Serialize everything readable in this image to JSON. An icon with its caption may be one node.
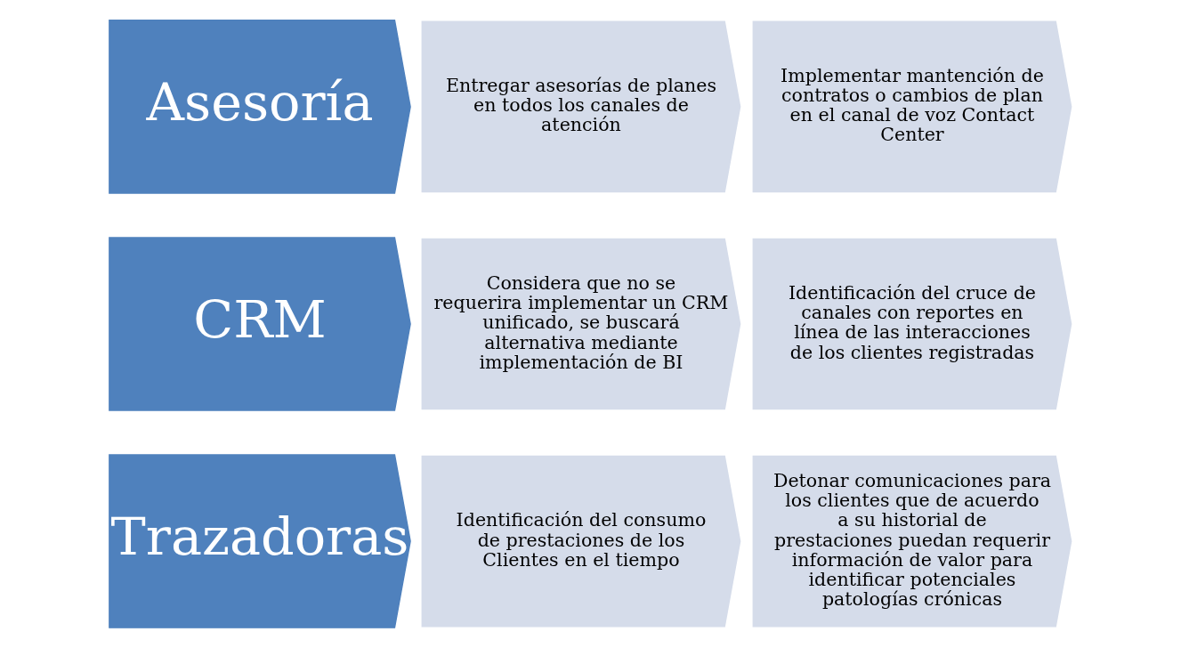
{
  "diagram": {
    "nodes": [
      {
        "text": [
          "Asesoría"
        ]
      },
      {
        "text": [
          "Entregar asesorías de planes en todos los canales de atención"
        ]
      },
      {
        "text": [
          "Implementar mantención de contratos o cambios de plan en el canal de voz Contact Center"
        ]
      },
      {
        "text": [
          "CRM"
        ]
      },
      {
        "text": [
          "Considera que no se requerira implementar un CRM unificado, se buscará alternativa mediante implementación de BI"
        ]
      },
      {
        "text": [
          "Identificación del cruce de canales con reportes en línea de las interacciones de los clientes registradas"
        ]
      },
      {
        "text": [
          "Trazadoras"
        ]
      },
      {
        "text": [
          "Identificación del consumo de prestaciones de los Clientes en el tiempo"
        ]
      },
      {
        "text": [
          "Detonar comunicaciones para los clientes que de acuerdo a su historial de prestaciones puedan requerir información de valor para identificar potenciales patologías crónicas"
        ]
      }
    ]
  }
}
